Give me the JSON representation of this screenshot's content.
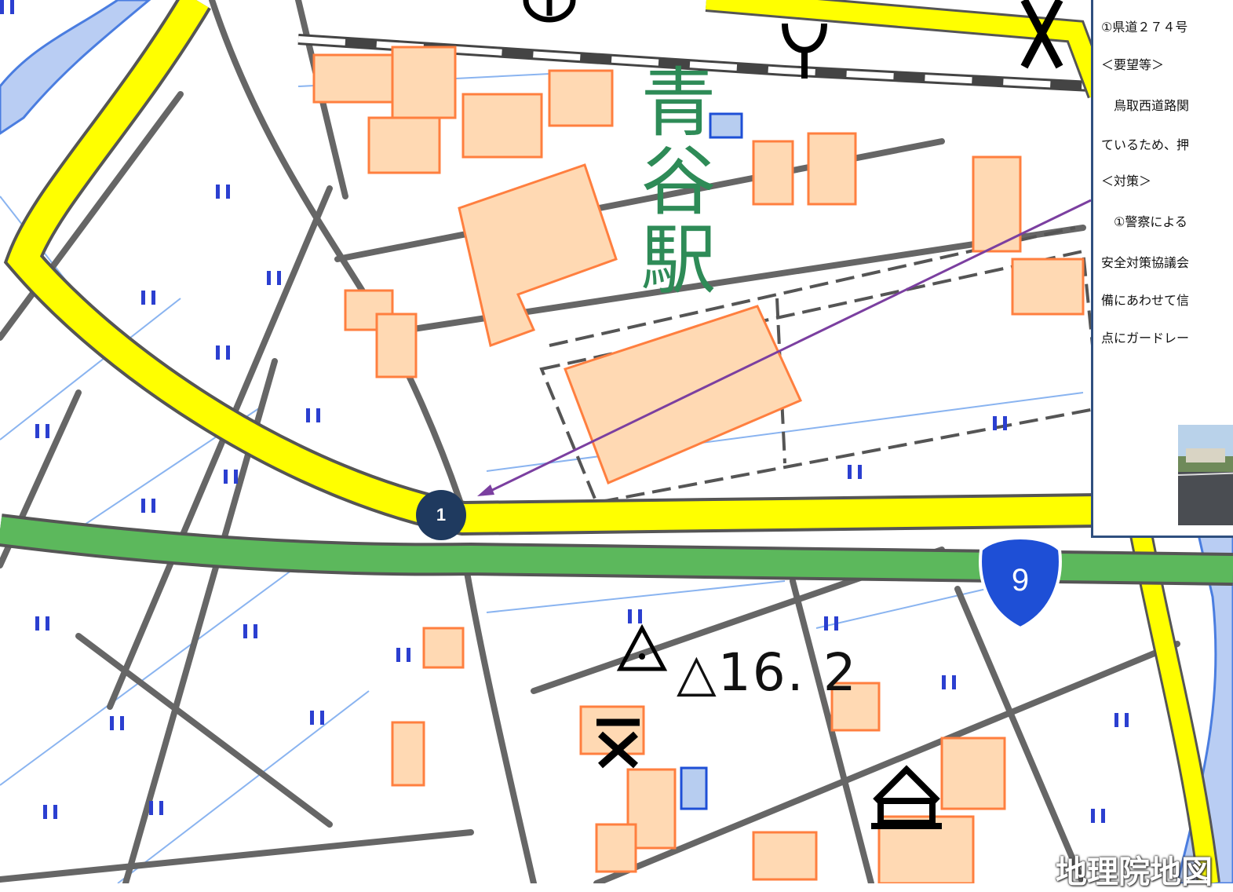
{
  "map": {
    "station_label": "青谷駅",
    "elevation_label": "△16. 2",
    "route_shield": "9",
    "marker_label": "1",
    "attribution": "地理院地図",
    "colors": {
      "prefectural_road": "#ffff00",
      "national_road": "#5cb85c",
      "building": "#ffd9b3",
      "building_outline": "#ff7f3f",
      "river": "#4a7de0",
      "road_outline": "#555555",
      "leader_line": "#7b3fa0",
      "marker": "#1f3a5f",
      "shield": "#1e4fd6"
    },
    "icons": [
      "shrine-icon",
      "post-office-icon",
      "police-box-icon",
      "school-icon",
      "museum-icon",
      "triangulation-point-icon",
      "rice-field-icon"
    ]
  },
  "callout": {
    "lines": [
      "①県道２７４号",
      "＜要望等＞",
      "　鳥取西道路関",
      "ているため、押",
      "＜対策＞",
      "　①警察による",
      "安全対策協議会",
      "備にあわせて信",
      "点にガードレー"
    ]
  }
}
